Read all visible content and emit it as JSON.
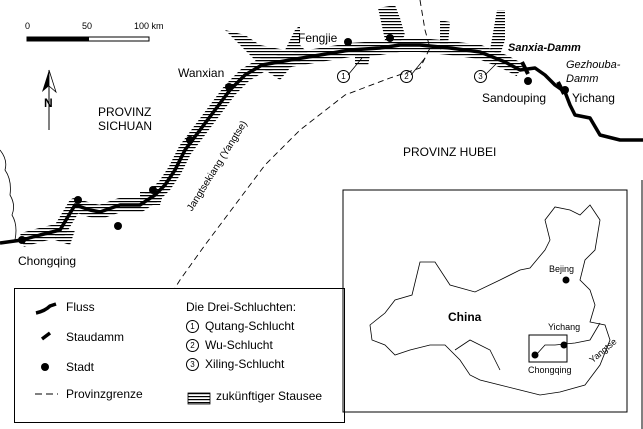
{
  "scale": {
    "ticks": [
      "0",
      "50",
      "100 km"
    ]
  },
  "north_label": "N",
  "provinces": {
    "sichuan_line1": "PROVINZ",
    "sichuan_line2": "SICHUAN",
    "hubei": "PROVINZ HUBEI"
  },
  "river_label": "Jangtsekiang (Yangtse)",
  "cities": {
    "chongqing": "Chongqing",
    "wanxian": "Wanxian",
    "fengjie": "Fengjie",
    "sandouping": "Sandouping",
    "yichang": "Yichang"
  },
  "dams": {
    "sanxia": "Sanxia-Damm",
    "gezhouba_line1": "Gezhouba-",
    "gezhouba_line2": "Damm"
  },
  "gorge_markers": [
    "1",
    "2",
    "3"
  ],
  "legend": {
    "fluss": "Fluss",
    "staudamm": "Staudamm",
    "stadt": "Stadt",
    "provinzgrenze": "Provinzgrenze",
    "gorges_title": "Die Drei-Schluchten:",
    "gorges": [
      {
        "num": "1",
        "name": "Qutang-Schlucht"
      },
      {
        "num": "2",
        "name": "Wu-Schlucht"
      },
      {
        "num": "3",
        "name": "Xiling-Schlucht"
      }
    ],
    "stausee": "zukünftiger Stausee"
  },
  "inset": {
    "country": "China",
    "beijing": "Bejing",
    "yichang": "Yichang",
    "chongqing": "Chongqing",
    "river": "Yangtse"
  }
}
